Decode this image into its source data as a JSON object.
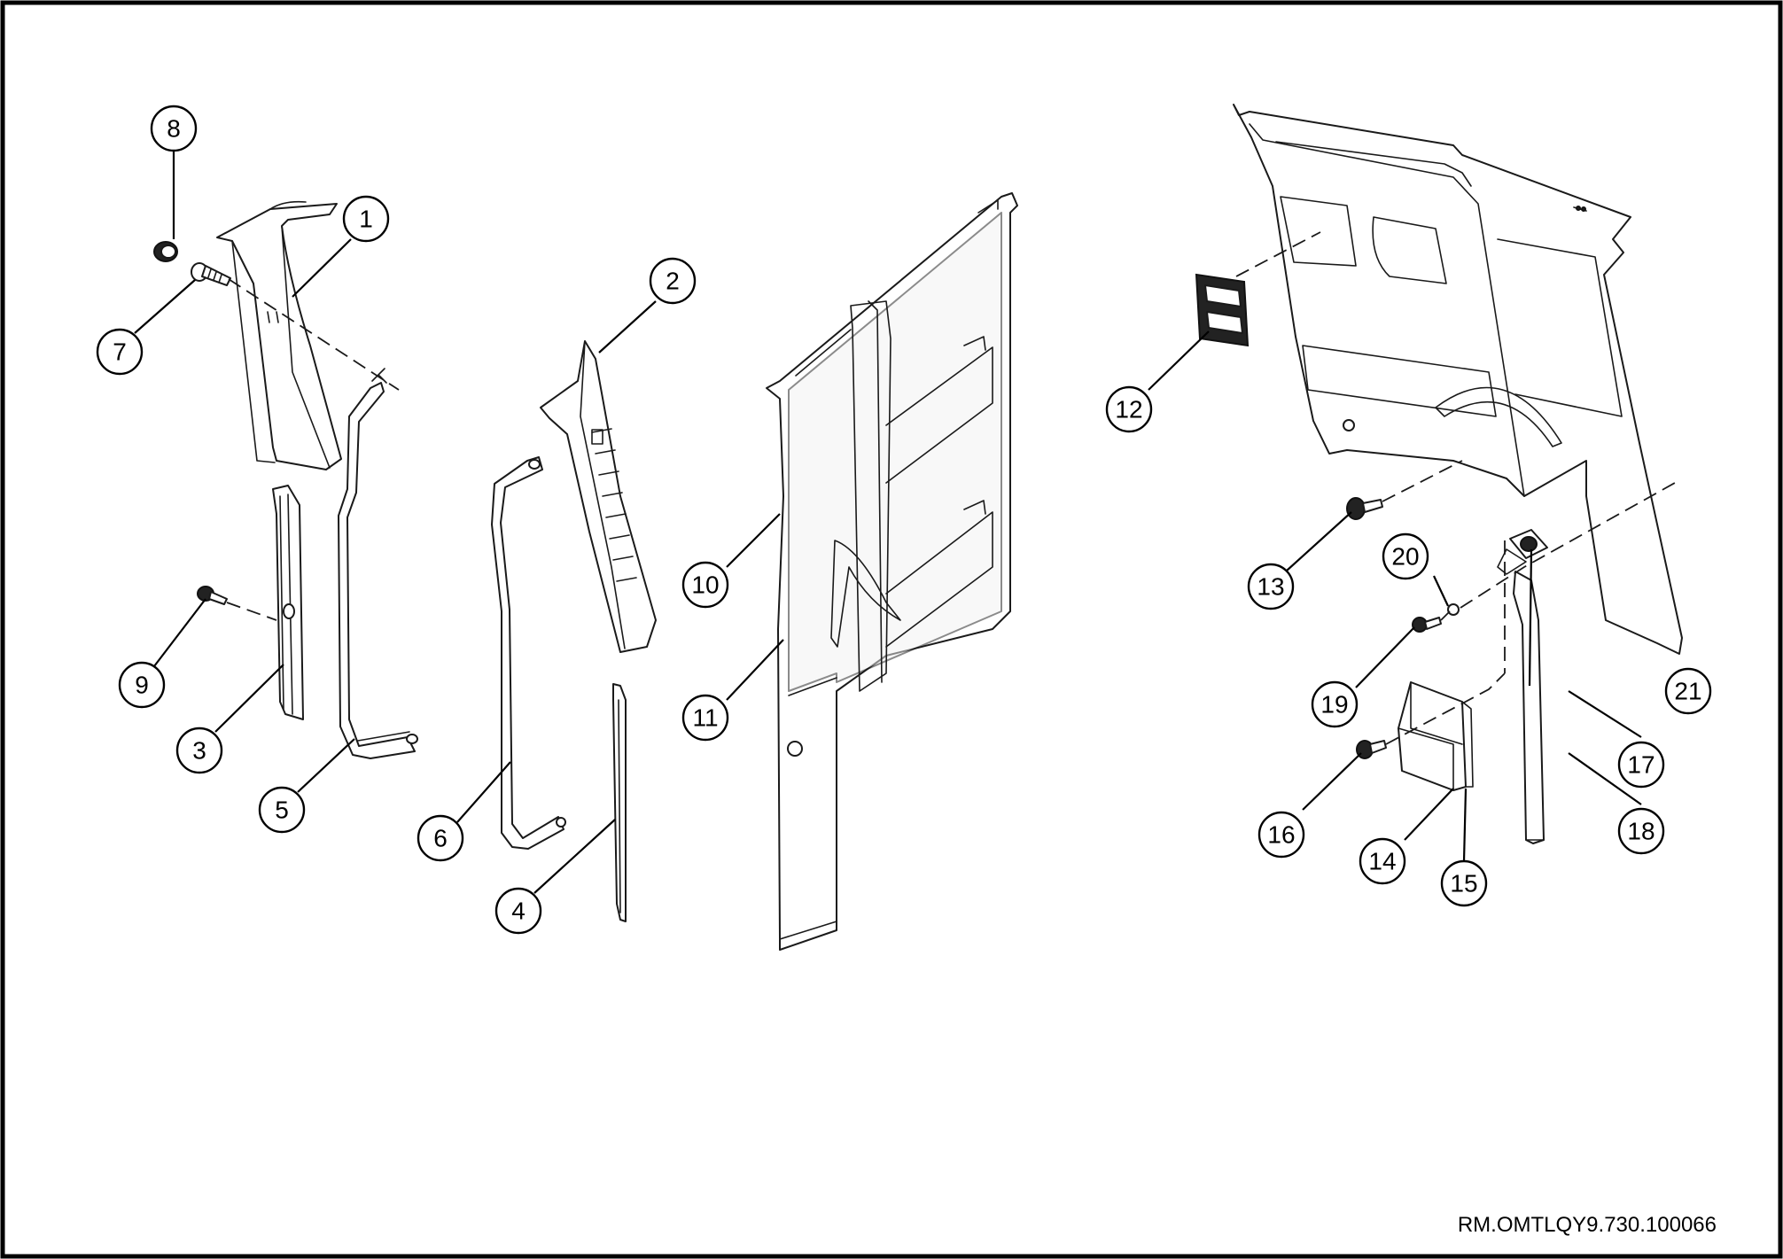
{
  "document_reference": "RM.OMTLQY9.730.100066",
  "callouts": [
    {
      "label": "1"
    },
    {
      "label": "2"
    },
    {
      "label": "3"
    },
    {
      "label": "4"
    },
    {
      "label": "5"
    },
    {
      "label": "6"
    },
    {
      "label": "7"
    },
    {
      "label": "8"
    },
    {
      "label": "9"
    },
    {
      "label": "10"
    },
    {
      "label": "11"
    },
    {
      "label": "12"
    },
    {
      "label": "13"
    },
    {
      "label": "14"
    },
    {
      "label": "15"
    },
    {
      "label": "16"
    },
    {
      "label": "17"
    },
    {
      "label": "18"
    },
    {
      "label": "19"
    },
    {
      "label": "20"
    },
    {
      "label": "21"
    }
  ]
}
